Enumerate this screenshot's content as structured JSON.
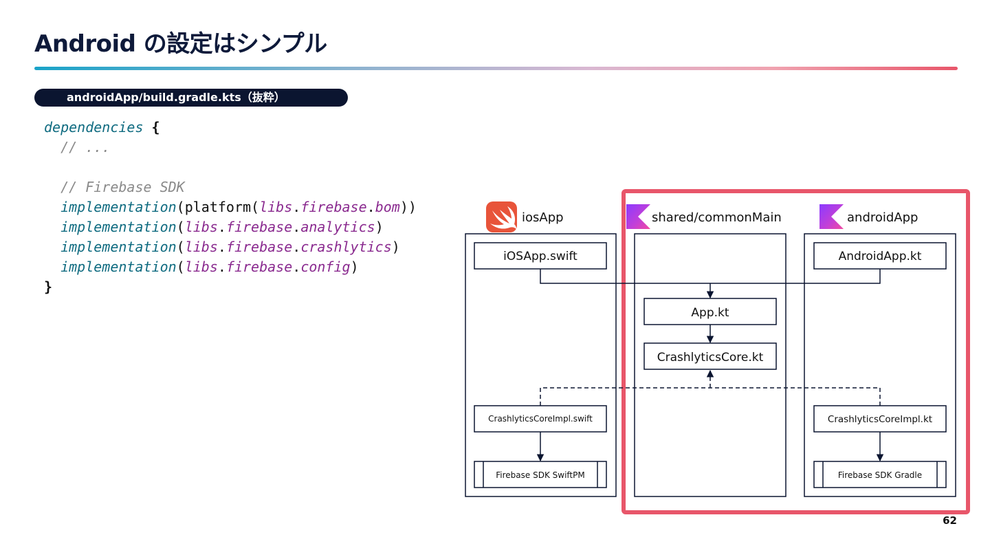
{
  "slide": {
    "title": "Android の設定はシンプル",
    "file_label": "androidApp/build.gradle.kts（抜粋）",
    "page_number": "62"
  },
  "code": {
    "line1": {
      "keyword": "dependencies",
      "brace": "{"
    },
    "line2": {
      "comment": "// ..."
    },
    "line4": {
      "comment": "// Firebase SDK"
    },
    "line5": {
      "fn": "implementation",
      "open": "(",
      "inner_fn": "platform",
      "open2": "(",
      "p1": "libs",
      "d1": ".",
      "p2": "firebase",
      "d2": ".",
      "p3": "bom",
      "close": "))"
    },
    "line6": {
      "fn": "implementation",
      "open": "(",
      "p1": "libs",
      "d1": ".",
      "p2": "firebase",
      "d2": ".",
      "p3": "analytics",
      "close": ")"
    },
    "line7": {
      "fn": "implementation",
      "open": "(",
      "p1": "libs",
      "d1": ".",
      "p2": "firebase",
      "d2": ".",
      "p3": "crashlytics",
      "close": ")"
    },
    "line8": {
      "fn": "implementation",
      "open": "(",
      "p1": "libs",
      "d1": ".",
      "p2": "firebase",
      "d2": ".",
      "p3": "config",
      "close": ")"
    },
    "line9": {
      "brace": "}"
    }
  },
  "diagram": {
    "columns": {
      "ios": {
        "label": "iosApp",
        "icon": "swift-logo-icon"
      },
      "shared": {
        "label": "shared/commonMain",
        "icon": "kotlin-logo-icon"
      },
      "android": {
        "label": "androidApp",
        "icon": "kotlin-logo-icon"
      }
    },
    "nodes": {
      "ios_app": "iOSApp.swift",
      "android_app": "AndroidApp.kt",
      "app_kt": "App.kt",
      "crashlytics_core": "CrashlyticsCore.kt",
      "ios_impl": "CrashlyticsCoreImpl.swift",
      "android_impl": "CrashlyticsCoreImpl.kt",
      "ios_sdk": "Firebase SDK SwiftPM",
      "android_sdk": "Firebase SDK Gradle"
    },
    "colors": {
      "highlight": "#e8566a",
      "swift": "#e8543a",
      "kotlin_start": "#8b3bff",
      "kotlin_end": "#e23fb8",
      "line": "#0b1530"
    }
  }
}
